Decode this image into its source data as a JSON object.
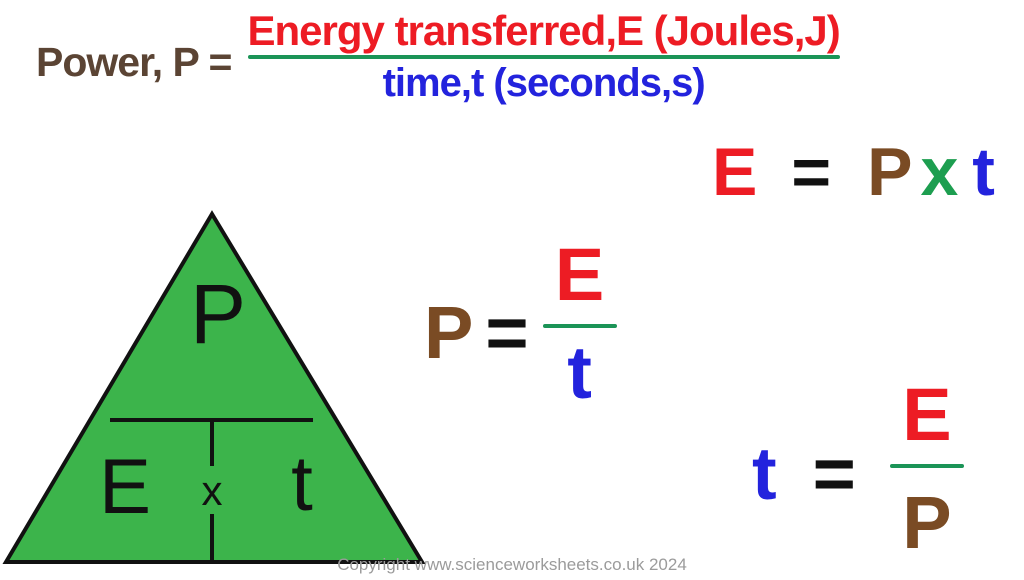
{
  "colors": {
    "red": "#ed1c24",
    "blue": "#2323dd",
    "brown": "#7a4b24",
    "label_brown": "#5b4434",
    "green_line": "#1b9457",
    "x_green": "#1d9e50",
    "triangle_fill": "#3cb44b",
    "black": "#111111",
    "gray": "#9b9b9b"
  },
  "header_formula": {
    "label": "Power, P =",
    "numerator": "Energy transferred,E (Joules,J)",
    "denominator": "time,t (seconds,s)"
  },
  "triangle": {
    "top": "P",
    "bottom_left": "E",
    "multiply": "x",
    "bottom_right": "t"
  },
  "equations": {
    "energy": {
      "lhs": "E",
      "eq": "=",
      "factor_1": "P",
      "times": "x",
      "factor_2": "t"
    },
    "power": {
      "lhs": "P",
      "eq": "=",
      "numerator": "E",
      "denominator": "t"
    },
    "time": {
      "lhs": "t",
      "eq": "=",
      "numerator": "E",
      "denominator": "P"
    }
  },
  "footer": {
    "copyright": "Copyright www.scienceworksheets.co.uk 2024"
  }
}
